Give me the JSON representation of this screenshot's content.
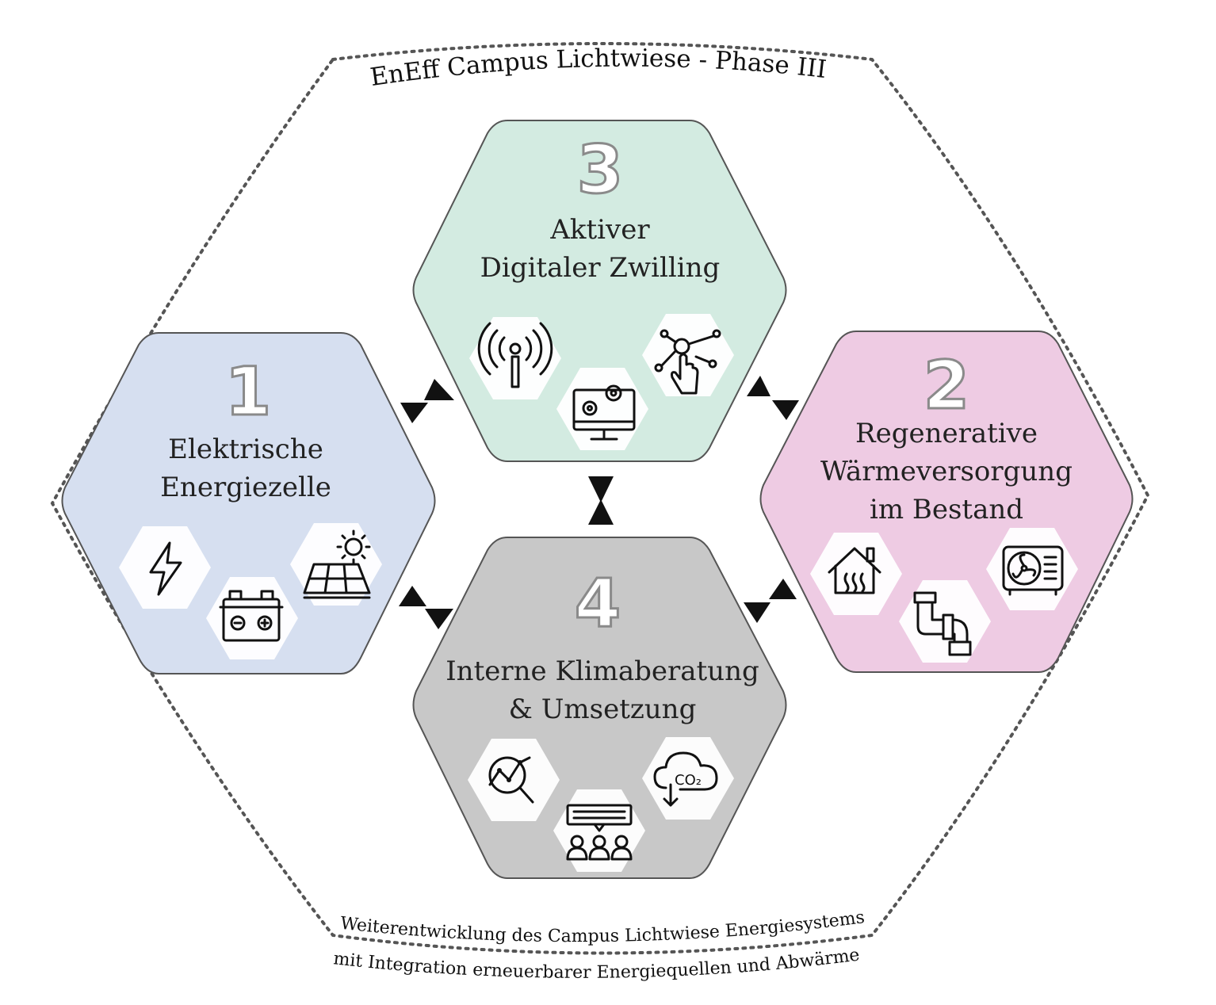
{
  "title": "EnEff Campus Lichtwiese - Phase III",
  "bottom_line1": "Weiterentwicklung des Campus Lichtwiese Energiesystems",
  "bottom_line2": "mit Integration erneuerbarer Energiequellen und Abwärme",
  "modules": [
    {
      "number": "1",
      "title_lines": [
        "Elektrische",
        "Energiezelle"
      ],
      "color": "#d6dff0",
      "icons": [
        "lightning-icon",
        "battery-icon",
        "solar-panel-icon"
      ]
    },
    {
      "number": "2",
      "title_lines": [
        "Regenerative",
        "Wärmeversorgung",
        "im Bestand"
      ],
      "color": "#eecbe3",
      "icons": [
        "heated-house-icon",
        "pipe-icon",
        "heat-pump-icon"
      ]
    },
    {
      "number": "3",
      "title_lines": [
        "Aktiver",
        "Digitaler Zwilling"
      ],
      "color": "#d3ebe1",
      "icons": [
        "antenna-icon",
        "computer-gears-icon",
        "network-touch-icon"
      ]
    },
    {
      "number": "4",
      "title_lines": [
        "Interne Klimaberatung",
        "& Umsetzung"
      ],
      "color": "#c8c8c8",
      "icons": [
        "analysis-magnifier-icon",
        "team-discussion-icon",
        "co2-reduction-icon"
      ]
    }
  ]
}
